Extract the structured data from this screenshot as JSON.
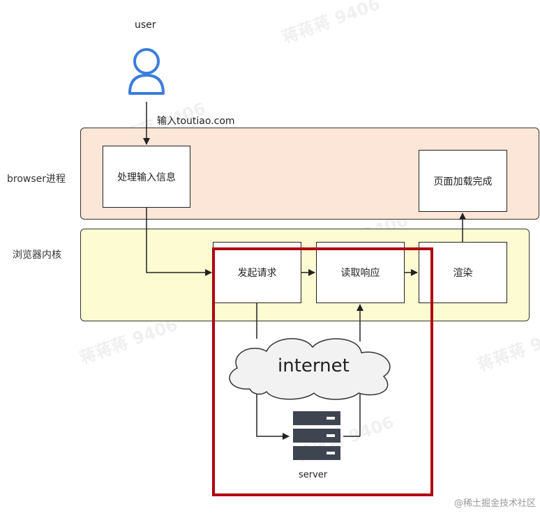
{
  "user": {
    "label": "user",
    "icon": "user-icon",
    "icon_color": "#3b7ddd"
  },
  "input_label": "输入toutiao.com",
  "lanes": {
    "browser": {
      "label": "browser进程",
      "color": "#fbe6d7"
    },
    "kernel": {
      "label": "浏览器内核",
      "color": "#fdfbd2"
    }
  },
  "boxes": {
    "process_input": "处理输入信息",
    "page_loaded": "页面加载完成",
    "send_request": "发起请求",
    "read_response": "读取响应",
    "render": "渲染"
  },
  "internet": {
    "label": "internet",
    "icon": "cloud-icon"
  },
  "server": {
    "label": "server",
    "icon": "server-icon",
    "color": "#3e4450"
  },
  "highlight_color": "#b0000f",
  "watermark_text": "蒋蒋蒋 9406",
  "credit": "@稀土掘金技术社区"
}
